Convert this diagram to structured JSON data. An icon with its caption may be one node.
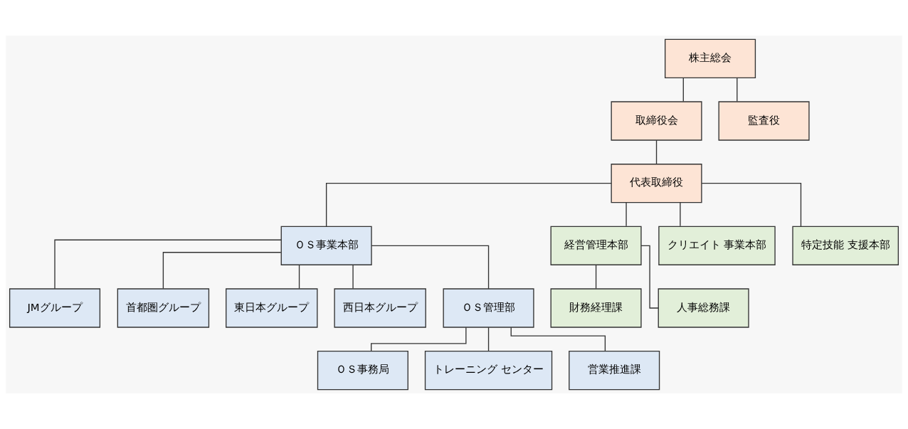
{
  "diagram": {
    "nodes": [
      {
        "text": [
          "株主総会"
        ]
      },
      {
        "text": [
          "取締役会"
        ]
      },
      {
        "text": [
          "監査役"
        ]
      },
      {
        "text": [
          "代表取締役"
        ]
      },
      {
        "text": [
          "ＯＳ事業本部"
        ]
      },
      {
        "text": [
          "経営管理本部"
        ]
      },
      {
        "text": [
          "クリエイト 事業本部"
        ]
      },
      {
        "text": [
          "特定技能 支援本部"
        ]
      },
      {
        "text": [
          "JMグループ"
        ]
      },
      {
        "text": [
          "首都圏グループ"
        ]
      },
      {
        "text": [
          "東日本グループ"
        ]
      },
      {
        "text": [
          "西日本グループ"
        ]
      },
      {
        "text": [
          "ＯＳ管理部"
        ]
      },
      {
        "text": [
          "ＯＳ事務局"
        ]
      },
      {
        "text": [
          "トレーニング センター"
        ]
      },
      {
        "text": [
          "営業推進課"
        ]
      },
      {
        "text": [
          "財務経理課"
        ]
      },
      {
        "text": [
          "人事総務課"
        ]
      }
    ],
    "edges": [
      {
        "from": 0,
        "to": 1,
        "arrow": "none"
      },
      {
        "from": 0,
        "to": 2,
        "arrow": "none"
      },
      {
        "from": 1,
        "to": 3,
        "arrow": "none"
      },
      {
        "from": 3,
        "to": 4,
        "arrow": "none"
      },
      {
        "from": 3,
        "to": 5,
        "arrow": "none"
      },
      {
        "from": 3,
        "to": 6,
        "arrow": "none"
      },
      {
        "from": 3,
        "to": 7,
        "arrow": "none"
      },
      {
        "from": 4,
        "to": 8,
        "arrow": "none"
      },
      {
        "from": 4,
        "to": 9,
        "arrow": "none"
      },
      {
        "from": 4,
        "to": 10,
        "arrow": "none"
      },
      {
        "from": 4,
        "to": 11,
        "arrow": "none"
      },
      {
        "from": 4,
        "to": 12,
        "arrow": "none"
      },
      {
        "from": 12,
        "to": 13,
        "arrow": "none"
      },
      {
        "from": 12,
        "to": 14,
        "arrow": "none"
      },
      {
        "from": 12,
        "to": 15,
        "arrow": "none"
      },
      {
        "from": 5,
        "to": 16,
        "arrow": "none"
      },
      {
        "from": 5,
        "to": 17,
        "arrow": "none"
      }
    ]
  }
}
